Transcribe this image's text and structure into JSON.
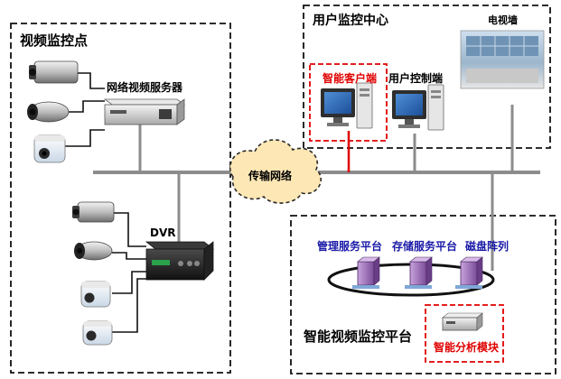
{
  "regions": {
    "video_site": {
      "title": "视频监控点"
    },
    "user_center": {
      "title": "用户监控中心"
    },
    "platform": {
      "title": "智能视频监控平台"
    }
  },
  "nodes": {
    "network_video_server": "网络视频服务器",
    "dvr": "DVR",
    "transport_network": "传输网络",
    "smart_client": "智能客户端",
    "user_control": "用户控制端",
    "tv_wall": "电视墙",
    "mgmt_platform": "管理服务平台",
    "storage_platform": "存储服务平台",
    "disk_array": "磁盘阵列",
    "analysis_module": "智能分析模块"
  },
  "colors": {
    "backbone": "#8c8c8c",
    "highlight": "#e00000",
    "platform_label": "#1a1aa8",
    "server_purple": "#9a6ab8"
  }
}
